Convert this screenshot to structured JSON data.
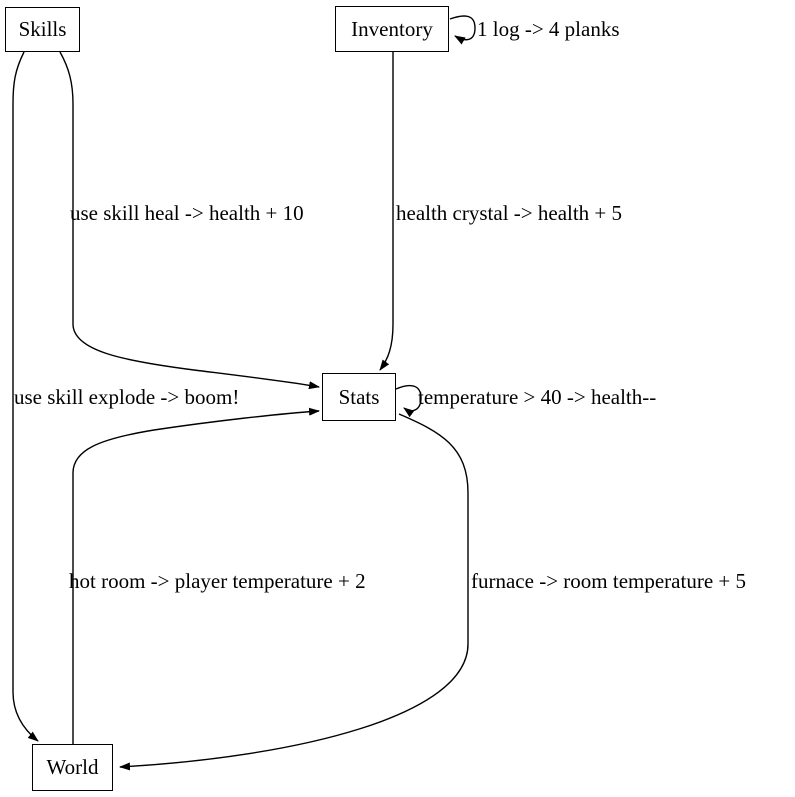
{
  "diagram": {
    "background_color": "#ffffff",
    "stroke_color": "#000000",
    "text_color": "#000000",
    "nodes": [
      {
        "id": "skills",
        "label": "Skills"
      },
      {
        "id": "inventory",
        "label": "Inventory"
      },
      {
        "id": "stats",
        "label": "Stats"
      },
      {
        "id": "world",
        "label": "World"
      }
    ],
    "edges": [
      {
        "from": "Inventory",
        "to": "Inventory",
        "label": "1 log -> 4 planks"
      },
      {
        "from": "Skills",
        "to": "Stats",
        "label": "use skill heal -> health + 10"
      },
      {
        "from": "Inventory",
        "to": "Stats",
        "label": "health crystal -> health + 5"
      },
      {
        "from": "Skills",
        "to": "World",
        "label": "use skill explode -> boom!"
      },
      {
        "from": "Stats",
        "to": "Stats",
        "label": "temperature > 40 -> health--"
      },
      {
        "from": "World",
        "to": "Stats",
        "label": "hot room -> player temperature + 2"
      },
      {
        "from": "Stats",
        "to": "World",
        "label": "furnace -> room temperature + 5"
      }
    ]
  }
}
